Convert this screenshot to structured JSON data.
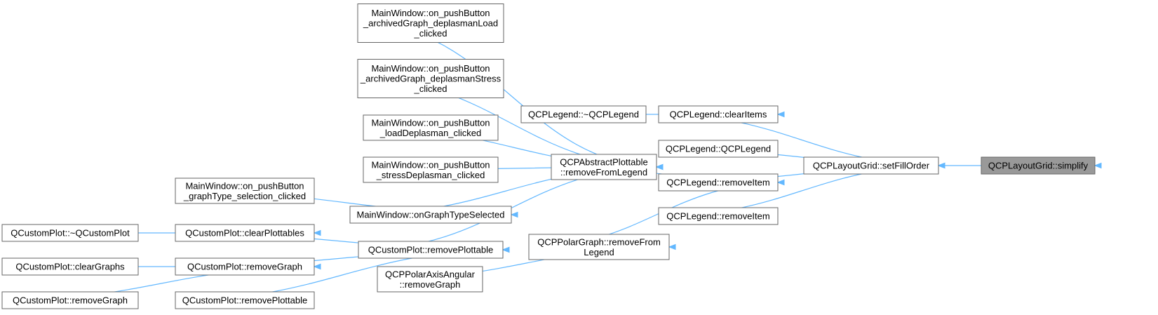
{
  "graph": {
    "nodes": [
      {
        "id": "n_simplify",
        "label": [
          "QCPLayoutGrid::simplify"
        ],
        "selected": true
      },
      {
        "id": "n_setFillOrder",
        "label": [
          "QCPLayoutGrid::setFillOrder"
        ]
      },
      {
        "id": "n_clearItems",
        "label": [
          "QCPLegend::clearItems"
        ]
      },
      {
        "id": "n_dtorLegend",
        "label": [
          "QCPLegend::~QCPLegend"
        ]
      },
      {
        "id": "n_ctorLegend",
        "label": [
          "QCPLegend::QCPLegend"
        ]
      },
      {
        "id": "n_removeItem1",
        "label": [
          "QCPLegend::removeItem"
        ]
      },
      {
        "id": "n_removeItem2",
        "label": [
          "QCPLegend::removeItem"
        ]
      },
      {
        "id": "n_removeFromLegend",
        "label": [
          "QCPAbstractPlottable",
          "::removeFromLegend"
        ]
      },
      {
        "id": "n_polarRemoveFromLegend",
        "label": [
          "QCPPolarGraph::removeFrom",
          "Legend"
        ]
      },
      {
        "id": "n_polarAxisRemoveGraph",
        "label": [
          "QCPPolarAxisAngular",
          "::removeGraph"
        ]
      },
      {
        "id": "n_deplasmanLoad",
        "label": [
          "MainWindow::on_pushButton",
          "_archivedGraph_deplasmanLoad",
          "_clicked"
        ]
      },
      {
        "id": "n_deplasmanStress",
        "label": [
          "MainWindow::on_pushButton",
          "_archivedGraph_deplasmanStress",
          "_clicked"
        ]
      },
      {
        "id": "n_loadDeplasman",
        "label": [
          "MainWindow::on_pushButton",
          "_loadDeplasman_clicked"
        ]
      },
      {
        "id": "n_stressDeplasman",
        "label": [
          "MainWindow::on_pushButton",
          "_stressDeplasman_clicked"
        ]
      },
      {
        "id": "n_onGraphTypeSelected",
        "label": [
          "MainWindow::onGraphTypeSelected"
        ]
      },
      {
        "id": "n_graphTypeSelection",
        "label": [
          "MainWindow::on_pushButton",
          "_graphType_selection_clicked"
        ]
      },
      {
        "id": "n_removePlottableMain",
        "label": [
          "QCustomPlot::removePlottable"
        ]
      },
      {
        "id": "n_clearPlottables",
        "label": [
          "QCustomPlot::clearPlottables"
        ]
      },
      {
        "id": "n_dtorCustomPlot",
        "label": [
          "QCustomPlot::~QCustomPlot"
        ]
      },
      {
        "id": "n_removeGraphMid",
        "label": [
          "QCustomPlot::removeGraph"
        ]
      },
      {
        "id": "n_clearGraphs",
        "label": [
          "QCustomPlot::clearGraphs"
        ]
      },
      {
        "id": "n_removeGraphLeft",
        "label": [
          "QCustomPlot::removeGraph"
        ]
      },
      {
        "id": "n_removePlottableLeft",
        "label": [
          "QCustomPlot::removePlottable"
        ]
      }
    ],
    "edges": [
      {
        "from": "n_setFillOrder",
        "to": "n_simplify"
      },
      {
        "from": "n_clearItems",
        "to": "n_setFillOrder"
      },
      {
        "from": "n_ctorLegend",
        "to": "n_setFillOrder"
      },
      {
        "from": "n_removeItem1",
        "to": "n_setFillOrder"
      },
      {
        "from": "n_removeItem2",
        "to": "n_setFillOrder"
      },
      {
        "from": "n_dtorLegend",
        "to": "n_clearItems"
      },
      {
        "from": "n_removeFromLegend",
        "to": "n_removeItem1"
      },
      {
        "from": "n_polarRemoveFromLegend",
        "to": "n_removeItem1"
      },
      {
        "from": "n_polarAxisRemoveGraph",
        "to": "n_polarRemoveFromLegend"
      },
      {
        "from": "n_deplasmanLoad",
        "to": "n_removeFromLegend"
      },
      {
        "from": "n_deplasmanStress",
        "to": "n_removeFromLegend"
      },
      {
        "from": "n_loadDeplasman",
        "to": "n_removeFromLegend"
      },
      {
        "from": "n_stressDeplasman",
        "to": "n_removeFromLegend"
      },
      {
        "from": "n_onGraphTypeSelected",
        "to": "n_removeFromLegend"
      },
      {
        "from": "n_removePlottableMain",
        "to": "n_removeFromLegend"
      },
      {
        "from": "n_graphTypeSelection",
        "to": "n_onGraphTypeSelected"
      },
      {
        "from": "n_clearPlottables",
        "to": "n_removePlottableMain"
      },
      {
        "from": "n_removeGraphMid",
        "to": "n_removePlottableMain"
      },
      {
        "from": "n_removePlottableLeft",
        "to": "n_removePlottableMain"
      },
      {
        "from": "n_dtorCustomPlot",
        "to": "n_clearPlottables"
      },
      {
        "from": "n_clearGraphs",
        "to": "n_removeGraphMid"
      },
      {
        "from": "n_removeGraphLeft",
        "to": "n_removeGraphMid"
      }
    ]
  }
}
